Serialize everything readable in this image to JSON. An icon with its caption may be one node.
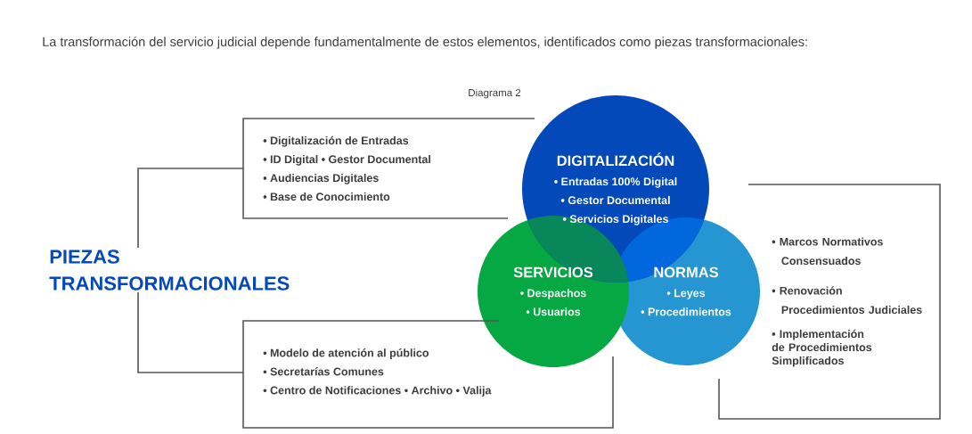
{
  "diagram": {
    "title": "La transformación del servicio judicial depende fundamentalmente de estos elementos, identificados como piezas transformacionales:",
    "nodes": [
      {
        "text": [
          "PIEZAS TRANSFORMACIONALES"
        ]
      },
      {
        "text": [
          "• Digitalización de Entradas",
          "• ID Digital • Gestor Documental",
          "• Audiencias Digitales",
          "• Base de Conocimiento"
        ]
      },
      {
        "text": [
          "• Modelo de atención al público",
          "• Secretarías Comunes",
          "• Centro de Notificaciones • Archivo • Valija"
        ]
      },
      {
        "text": [
          "• Marcos Normativos Consensuados",
          "• Renovación Procedimientos Judiciales",
          "• Implementación de Procedimientos Simplificados"
        ]
      },
      {
        "text": [
          "DIGITALIZACIÓN",
          "• Entradas 100% Digital",
          "• Gestor Documental",
          "• Servicios Digitales"
        ]
      },
      {
        "text": [
          "SERVICIOS",
          "• Despachos",
          "• Usuarios"
        ]
      },
      {
        "text": [
          "NORMAS",
          "• Leyes",
          "• Procedimientos"
        ]
      }
    ],
    "edges": [
      {
        "from": 0,
        "to": 1,
        "arrow": "none"
      },
      {
        "from": 0,
        "to": 2,
        "arrow": "none"
      }
    ],
    "labels": [
      "Diagrama 2"
    ]
  }
}
